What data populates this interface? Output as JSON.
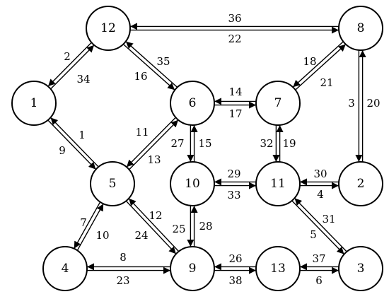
{
  "nodes": [
    {
      "id": "1",
      "label": "1"
    },
    {
      "id": "2",
      "label": "2"
    },
    {
      "id": "3",
      "label": "3"
    },
    {
      "id": "4",
      "label": "4"
    },
    {
      "id": "5",
      "label": "5"
    },
    {
      "id": "6",
      "label": "6"
    },
    {
      "id": "7",
      "label": "7"
    },
    {
      "id": "8",
      "label": "8"
    },
    {
      "id": "9",
      "label": "9"
    },
    {
      "id": "10",
      "label": "10"
    },
    {
      "id": "11",
      "label": "11"
    },
    {
      "id": "12",
      "label": "12"
    },
    {
      "id": "13",
      "label": "13"
    }
  ],
  "links": [
    {
      "from": "1",
      "to": "12",
      "label": "2"
    },
    {
      "from": "12",
      "to": "1",
      "label": "34"
    },
    {
      "from": "1",
      "to": "5",
      "label": "9"
    },
    {
      "from": "5",
      "to": "1",
      "label": "1"
    },
    {
      "from": "12",
      "to": "8",
      "label": "36"
    },
    {
      "from": "8",
      "to": "12",
      "label": "22"
    },
    {
      "from": "12",
      "to": "6",
      "label": "35"
    },
    {
      "from": "6",
      "to": "12",
      "label": "16"
    },
    {
      "from": "6",
      "to": "7",
      "label": "14"
    },
    {
      "from": "7",
      "to": "6",
      "label": "17"
    },
    {
      "from": "7",
      "to": "8",
      "label": "18"
    },
    {
      "from": "8",
      "to": "7",
      "label": "21"
    },
    {
      "from": "8",
      "to": "2",
      "label": "20"
    },
    {
      "from": "2",
      "to": "8",
      "label": "3"
    },
    {
      "from": "5",
      "to": "6",
      "label": "11"
    },
    {
      "from": "6",
      "to": "5",
      "label": "13"
    },
    {
      "from": "6",
      "to": "10",
      "label": "15"
    },
    {
      "from": "10",
      "to": "6",
      "label": "27"
    },
    {
      "from": "7",
      "to": "11",
      "label": "19"
    },
    {
      "from": "11",
      "to": "7",
      "label": "32"
    },
    {
      "from": "10",
      "to": "11",
      "label": "29"
    },
    {
      "from": "11",
      "to": "10",
      "label": "33"
    },
    {
      "from": "2",
      "to": "11",
      "label": "4"
    },
    {
      "from": "11",
      "to": "2",
      "label": "30"
    },
    {
      "from": "5",
      "to": "4",
      "label": "10"
    },
    {
      "from": "4",
      "to": "5",
      "label": "7"
    },
    {
      "from": "5",
      "to": "9",
      "label": "12"
    },
    {
      "from": "9",
      "to": "5",
      "label": "24"
    },
    {
      "from": "10",
      "to": "9",
      "label": "28"
    },
    {
      "from": "9",
      "to": "10",
      "label": "25"
    },
    {
      "from": "11",
      "to": "3",
      "label": "31"
    },
    {
      "from": "3",
      "to": "11",
      "label": "5"
    },
    {
      "from": "4",
      "to": "9",
      "label": "8"
    },
    {
      "from": "9",
      "to": "4",
      "label": "23"
    },
    {
      "from": "9",
      "to": "13",
      "label": "26"
    },
    {
      "from": "13",
      "to": "9",
      "label": "38"
    },
    {
      "from": "13",
      "to": "3",
      "label": "37"
    },
    {
      "from": "3",
      "to": "13",
      "label": "6"
    }
  ]
}
